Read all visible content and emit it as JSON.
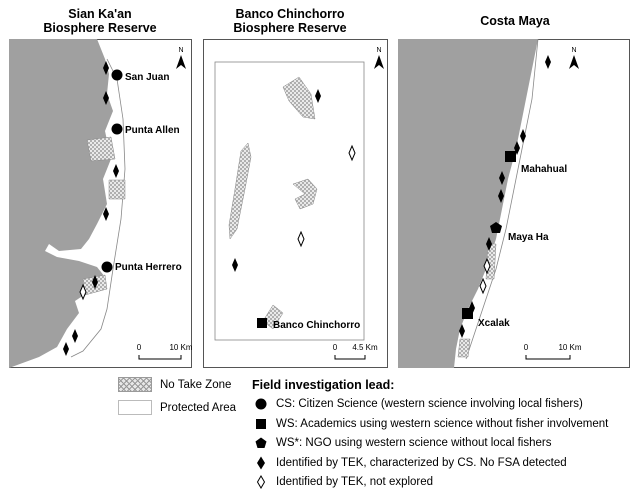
{
  "panels": [
    {
      "title": "Sian Ka'an\nBiosphere Reserve",
      "scale_label": "10 Km",
      "scale_zero": "0"
    },
    {
      "title": "Banco Chinchorro\nBiosphere Reserve",
      "scale_label": "4.5 Km",
      "scale_zero": "0"
    },
    {
      "title": "Costa Maya",
      "scale_label": "10 Km",
      "scale_zero": "0"
    }
  ],
  "north_label": "N",
  "places": {
    "san_juan": "San Juan",
    "punta_allen": "Punta Allen",
    "punta_herrero": "Punta Herrero",
    "banco_chinchorro": "Banco Chinchorro",
    "mahahual": "Mahahual",
    "maya_ha": "Maya Ha",
    "xcalak": "Xcalak"
  },
  "legend": {
    "no_take_zone": "No Take Zone",
    "protected_area": "Protected Area",
    "heading": "Field investigation lead:",
    "items": [
      {
        "symbol": "circle",
        "label": "CS: Citizen Science (western science involving local fishers)"
      },
      {
        "symbol": "square",
        "label": "WS: Academics using western science without fisher involvement"
      },
      {
        "symbol": "pentagon",
        "label": "WS*:  NGO using western science without local fishers"
      },
      {
        "symbol": "diamond-filled",
        "label": "Identified by TEK, characterized by CS. No FSA detected"
      },
      {
        "symbol": "diamond-open",
        "label": "Identified by TEK, not explored"
      }
    ]
  },
  "colors": {
    "land": "#a0a0a0",
    "protected_fill": "#ffffff",
    "hatch": "#9a9a9a",
    "border": "#555555"
  }
}
